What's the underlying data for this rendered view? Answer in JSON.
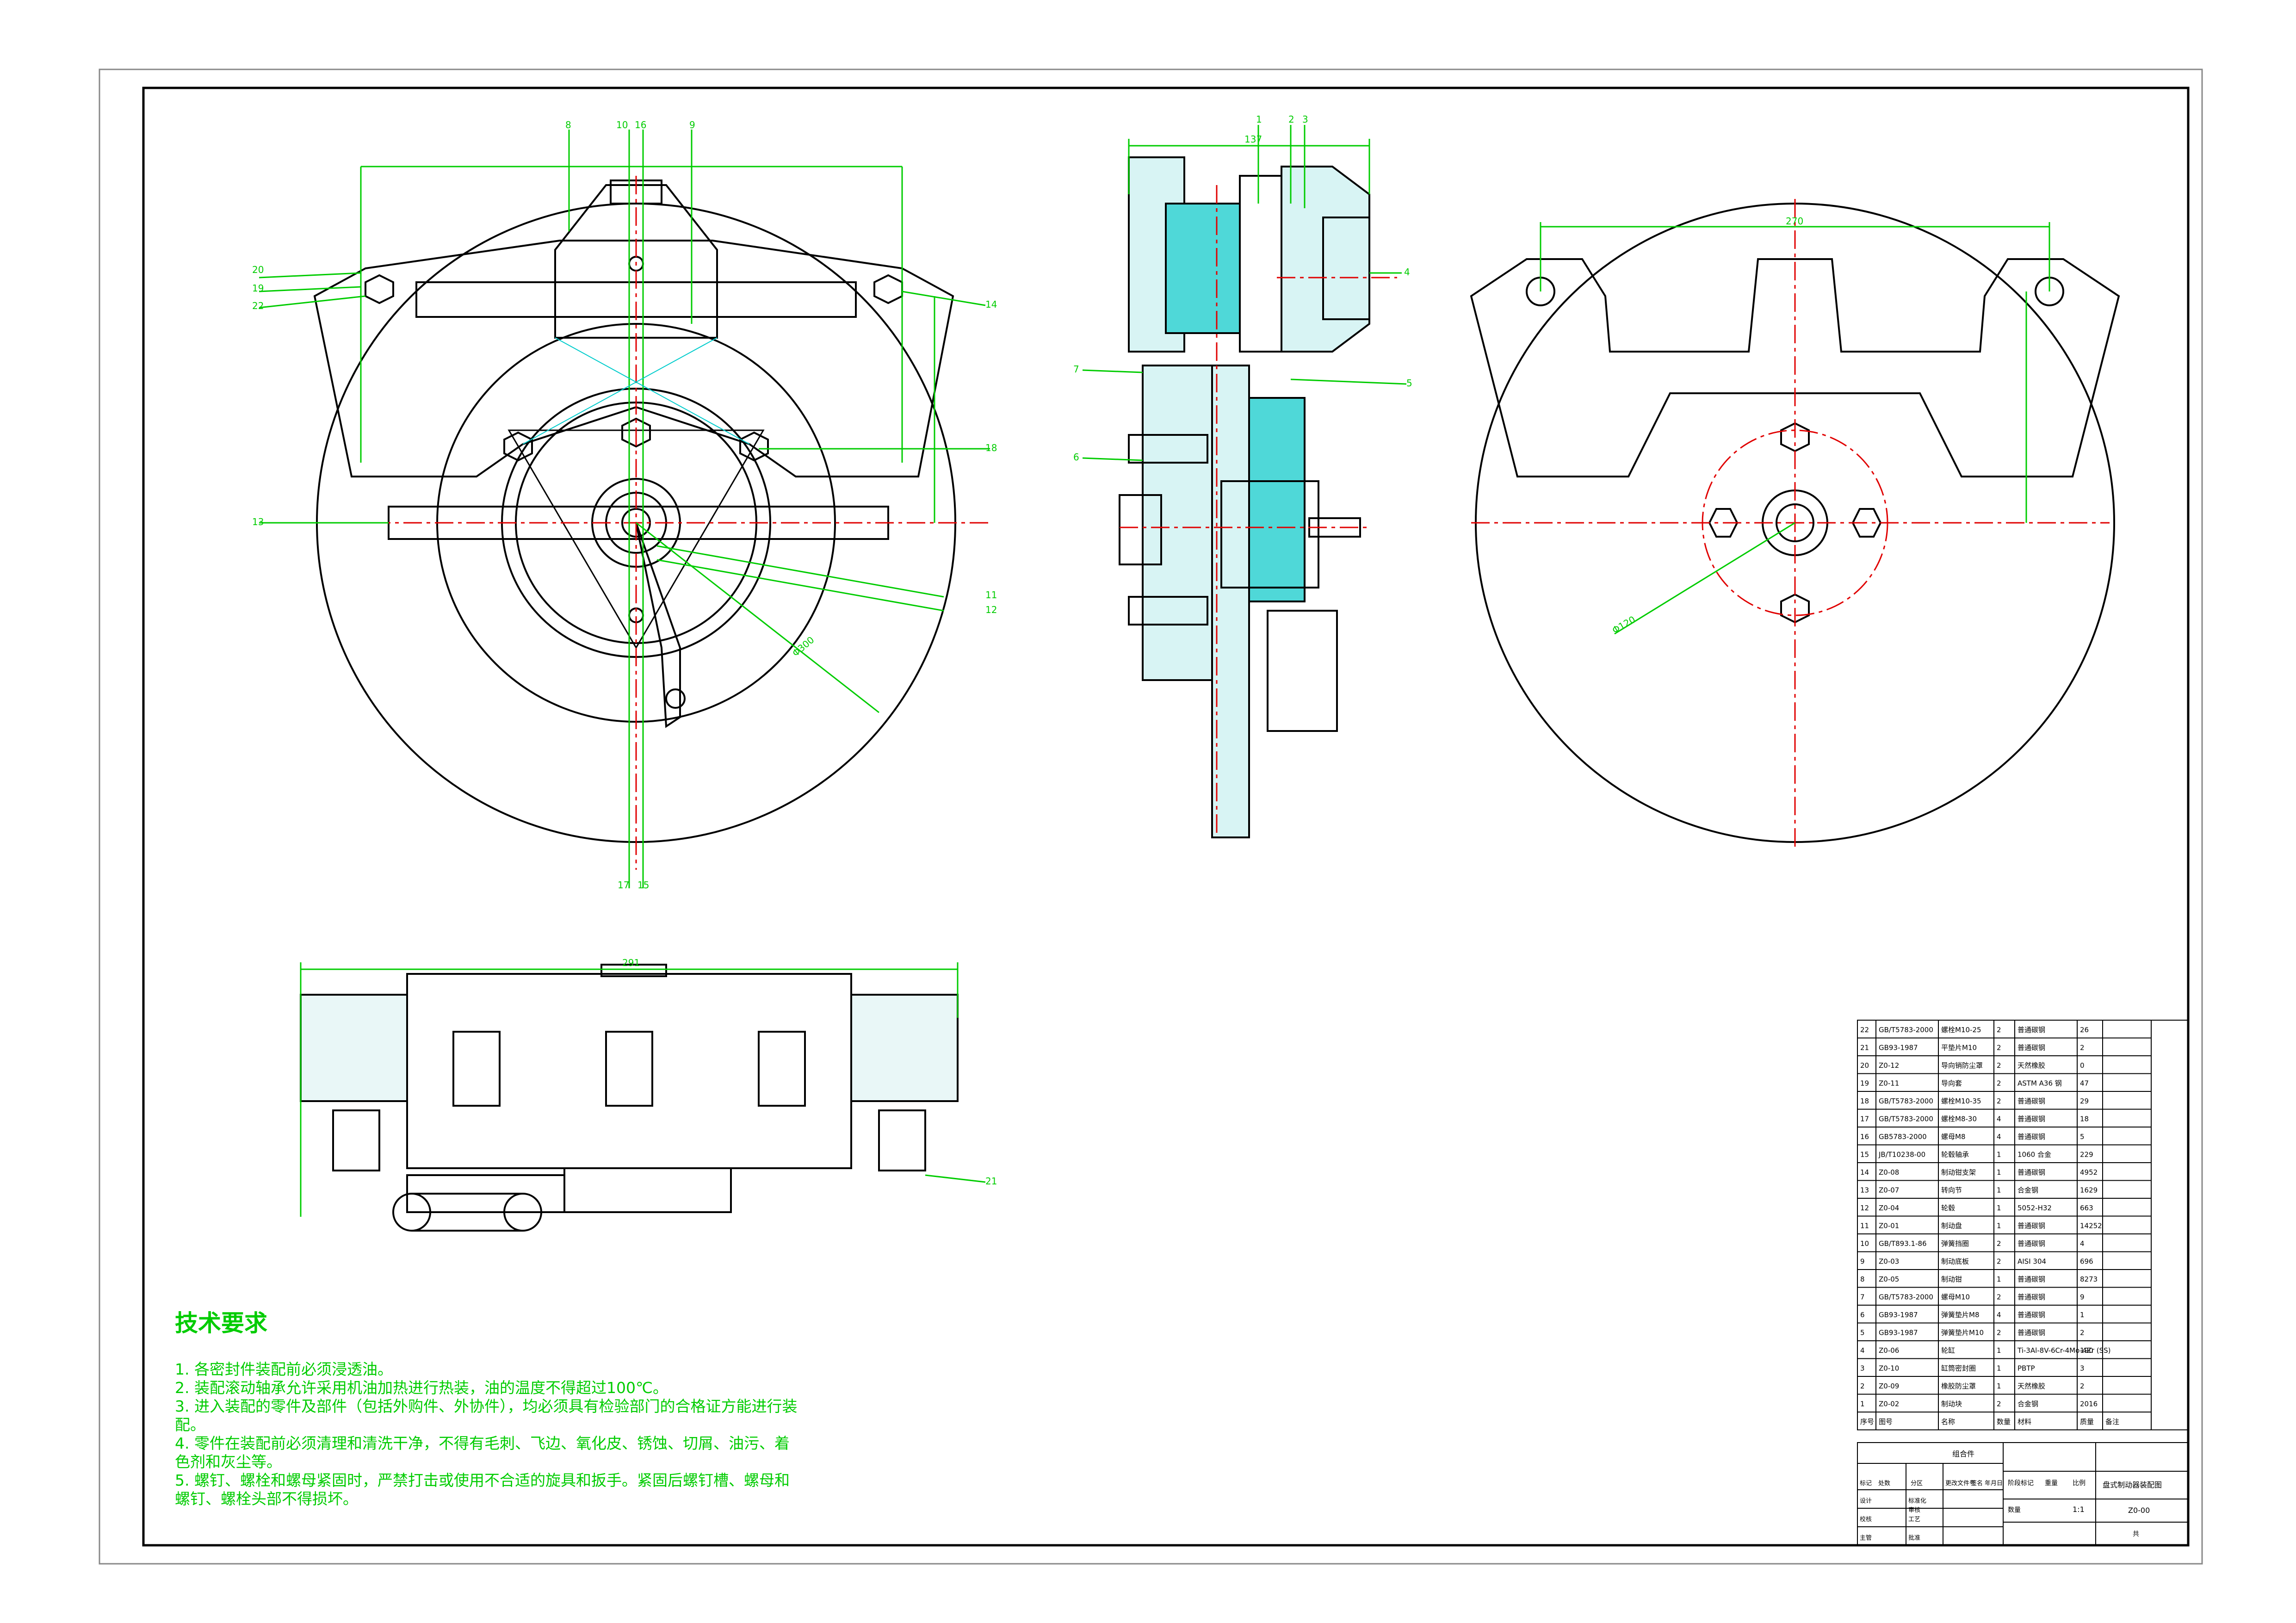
{
  "technical_requirements": {
    "title": "技术要求",
    "items": [
      "1. 各密封件装配前必须浸透油。",
      "2. 装配滚动轴承允许采用机油加热进行热装，油的温度不得超过100℃。",
      "3. 进入装配的零件及部件（包括外购件、外协件），均必须具有检验部门的合格证方能进行装配。",
      "4. 零件在装配前必须清理和清洗干净，不得有毛刺、飞边、氧化皮、锈蚀、切屑、油污、着色剂和灰尘等。",
      "5. 螺钉、螺栓和螺母紧固时，严禁打击或使用不合适的旋具和扳手。紧固后螺钉槽、螺母和螺钉、螺栓头部不得损坏。"
    ]
  },
  "bom": {
    "rows": [
      {
        "no": "22",
        "code": "GB/T5783-2000",
        "name": "螺栓M10-25",
        "qty": "2",
        "material": "普通碳钢",
        "weight": "26"
      },
      {
        "no": "21",
        "code": "GB93-1987",
        "name": "平垫片M10",
        "qty": "2",
        "material": "普通碳钢",
        "weight": "2"
      },
      {
        "no": "20",
        "code": "Z0-12",
        "name": "导向销防尘罩",
        "qty": "2",
        "material": "天然橡胶",
        "weight": "0"
      },
      {
        "no": "19",
        "code": "Z0-11",
        "name": "导向套",
        "qty": "2",
        "material": "ASTM A36 钢",
        "weight": "47"
      },
      {
        "no": "18",
        "code": "GB/T5783-2000",
        "name": "螺栓M10-35",
        "qty": "2",
        "material": "普通碳钢",
        "weight": "29"
      },
      {
        "no": "17",
        "code": "GB/T5783-2000",
        "name": "螺栓M8-30",
        "qty": "4",
        "material": "普通碳钢",
        "weight": "18"
      },
      {
        "no": "16",
        "code": "GB5783-2000",
        "name": "螺母M8",
        "qty": "4",
        "material": "普通碳钢",
        "weight": "5"
      },
      {
        "no": "15",
        "code": "JB/T10238-00",
        "name": "轮毂轴承",
        "qty": "1",
        "material": "1060 合金",
        "weight": "229"
      },
      {
        "no": "14",
        "code": "Z0-08",
        "name": "制动钳支架",
        "qty": "1",
        "material": "普通碳钢",
        "weight": "4952"
      },
      {
        "no": "13",
        "code": "Z0-07",
        "name": "转向节",
        "qty": "1",
        "material": "合金钢",
        "weight": "1629"
      },
      {
        "no": "12",
        "code": "Z0-04",
        "name": "轮毂",
        "qty": "1",
        "material": "5052-H32",
        "weight": "663"
      },
      {
        "no": "11",
        "code": "Z0-01",
        "name": "制动盘",
        "qty": "1",
        "material": "普通碳钢",
        "weight": "14252"
      },
      {
        "no": "10",
        "code": "GB/T893.1-86",
        "name": "弹簧挡圈",
        "qty": "2",
        "material": "普通碳钢",
        "weight": "4"
      },
      {
        "no": "9",
        "code": "Z0-03",
        "name": "制动底板",
        "qty": "2",
        "material": "AISI 304",
        "weight": "696"
      },
      {
        "no": "8",
        "code": "Z0-05",
        "name": "制动钳",
        "qty": "1",
        "material": "普通碳钢",
        "weight": "8273"
      },
      {
        "no": "7",
        "code": "GB/T5783-2000",
        "name": "螺母M10",
        "qty": "2",
        "material": "普通碳钢",
        "weight": "9"
      },
      {
        "no": "6",
        "code": "GB93-1987",
        "name": "弹簧垫片M8",
        "qty": "4",
        "material": "普通碳钢",
        "weight": "1"
      },
      {
        "no": "5",
        "code": "GB93-1987",
        "name": "弹簧垫片M10",
        "qty": "2",
        "material": "普通碳钢",
        "weight": "2"
      },
      {
        "no": "4",
        "code": "Z0-06",
        "name": "轮缸",
        "qty": "1",
        "material": "Ti-3Al-8V-6Cr-4Mo-4Zr (SS)",
        "weight": "190"
      },
      {
        "no": "3",
        "code": "Z0-10",
        "name": "缸筒密封圈",
        "qty": "1",
        "material": "PBTP",
        "weight": "3"
      },
      {
        "no": "2",
        "code": "Z0-09",
        "name": "橡胶防尘罩",
        "qty": "1",
        "material": "天然橡胶",
        "weight": "2"
      },
      {
        "no": "1",
        "code": "Z0-02",
        "name": "制动块",
        "qty": "2",
        "material": "合金钢",
        "weight": "2016"
      }
    ],
    "header": {
      "no": "序号",
      "code": "图号",
      "name": "名称",
      "qty": "数量",
      "material": "材料",
      "weight": "质量",
      "remark": "备注"
    }
  },
  "title_block": {
    "assembly": "组合件",
    "drawing_title": "盘式制动器装配图",
    "drawing_number": "Z0-00",
    "scale_label": "比例",
    "scale": "1:1",
    "weight_label": "重量",
    "stage_label": "阶段标记",
    "count_label": "数量",
    "mark_label": "标记",
    "zones_label": "处数",
    "area_label": "分区",
    "change_label": "更改文件号",
    "sign_label": "签名",
    "date_label": "年月日",
    "design_label": "设计",
    "std_label": "标准化",
    "check_label": "审核",
    "process_label": "工艺",
    "approve_label": "批准",
    "verify_label": "校核",
    "main_label": "主管",
    "sheet_label": "共"
  },
  "callouts": {
    "view1": [
      "8",
      "10",
      "16",
      "9",
      "20",
      "19",
      "22",
      "14",
      "13",
      "18",
      "11",
      "12",
      "17",
      "15"
    ],
    "view2": [
      "1",
      "2",
      "3",
      "4",
      "5",
      "6",
      "7"
    ],
    "view3": [
      "21"
    ]
  },
  "dimensions": {
    "view2_width": "137",
    "view3_width": "291",
    "view4_span": "270",
    "view1_dia": "Φ300",
    "view4_dia": "Φ120"
  }
}
